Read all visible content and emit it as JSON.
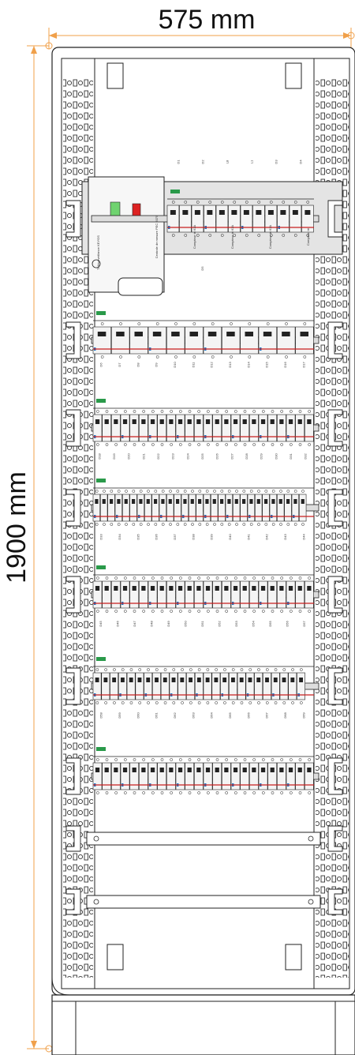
{
  "dimensions": {
    "width_label": "575 mm",
    "height_label": "1900 mm"
  },
  "colors": {
    "dimension_line": "#f0a04a",
    "frame": "#222222",
    "busbar": "#c81e1e",
    "neutral": "#1e78c8",
    "rail": "#dddddd",
    "module": "#f4f4f4",
    "terminal": "#2a9a4a"
  },
  "rows": [
    {
      "devices": [
        "D1",
        "D2",
        "L8",
        "L1",
        "D3",
        "D4"
      ],
      "vertical_labels": [
        "Télésurveillance KEYOS"
      ]
    },
    {
      "devices": [
        "D5"
      ],
      "vertical_labels": [
        "Centrale de mesure PEC 5075",
        "Compteur tri 63A",
        "Compteur tri 63A",
        "Compteur tri 63A",
        "Compteur tri"
      ]
    },
    {
      "devices": [
        "D6",
        "D7",
        "D8",
        "D9",
        "D10",
        "D11",
        "D12",
        "D13",
        "D14",
        "D15",
        "D16",
        "D17"
      ]
    },
    {
      "devices": [
        "D18",
        "D19",
        "D20",
        "D21",
        "D22",
        "D23",
        "D24",
        "D25",
        "D26",
        "D27",
        "D28",
        "D29",
        "D30",
        "D31",
        "D32"
      ]
    },
    {
      "devices": [
        "D33",
        "D34",
        "D35",
        "D36",
        "D37",
        "D38",
        "D39",
        "D40",
        "D41",
        "D42",
        "D43",
        "D44"
      ]
    },
    {
      "devices": [
        "D45",
        "D46",
        "D47",
        "D48",
        "D49",
        "D50",
        "D51",
        "D52",
        "D53",
        "D54",
        "D55",
        "D56",
        "D57"
      ]
    },
    {
      "devices": [
        "D58",
        "D59",
        "D60",
        "D61",
        "D62",
        "D63",
        "D64",
        "D65",
        "D66",
        "D67",
        "D68",
        "D69"
      ]
    }
  ]
}
